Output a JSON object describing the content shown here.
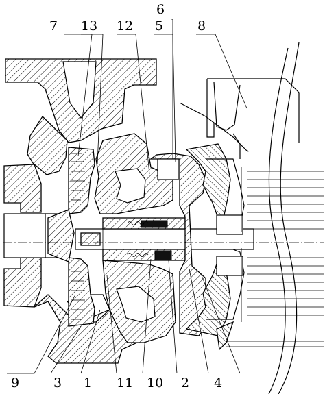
{
  "figure": {
    "callouts": {
      "c1": "1",
      "c2": "2",
      "c3": "3",
      "c4": "4",
      "c5": "5",
      "c6": "6",
      "c7": "7",
      "c8": "8",
      "c9": "9",
      "c10": "10",
      "c11": "11",
      "c12": "12",
      "c13": "13"
    }
  }
}
